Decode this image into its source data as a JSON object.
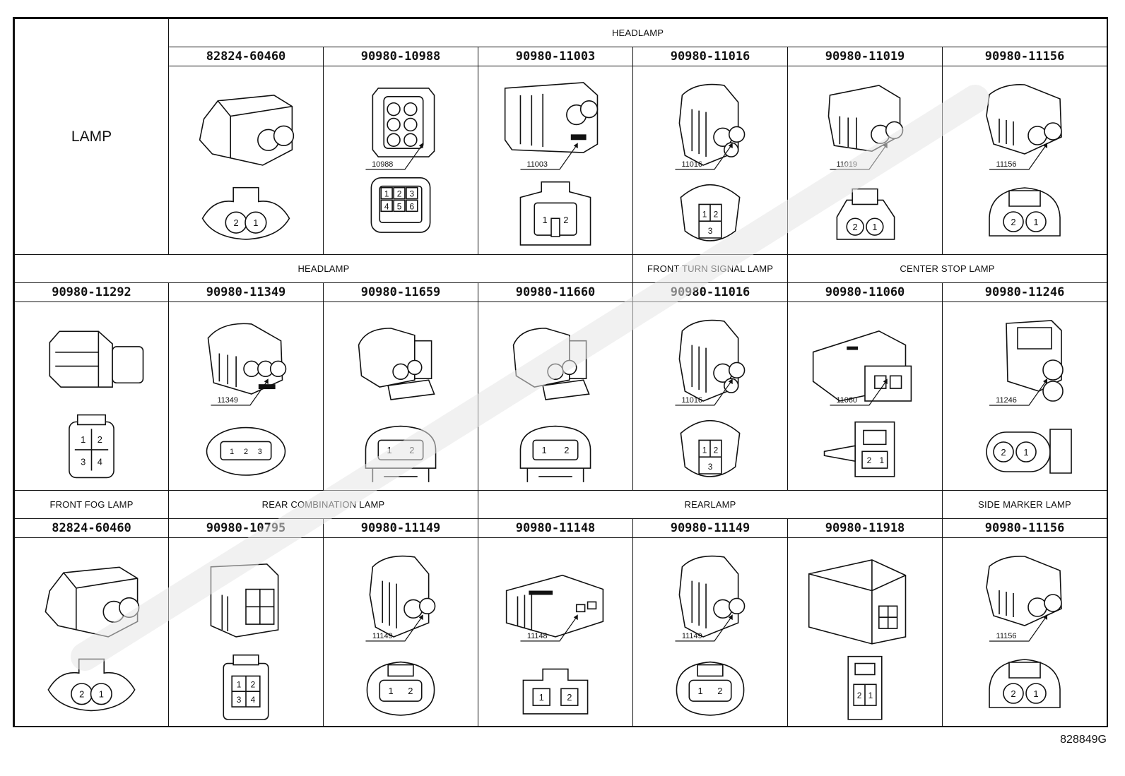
{
  "lamp_label": "LAMP",
  "row1": {
    "group": "HEADLAMP",
    "parts": [
      {
        "pn": "82824-60460",
        "callout": "",
        "pins": [
          "2",
          "1"
        ],
        "style": "round2"
      },
      {
        "pn": "90980-10988",
        "callout": "10988",
        "pins": [
          "1",
          "2",
          "3",
          "4",
          "5",
          "6"
        ],
        "style": "hex6"
      },
      {
        "pn": "90980-11003",
        "callout": "11003",
        "pins": [
          "1",
          "2"
        ],
        "style": "rect2"
      },
      {
        "pn": "90980-11016",
        "callout": "11016",
        "pins": [
          "1",
          "2",
          "3"
        ],
        "style": "tri3"
      },
      {
        "pn": "90980-11019",
        "callout": "11019",
        "pins": [
          "2",
          "1"
        ],
        "style": "round2b"
      },
      {
        "pn": "90980-11156",
        "callout": "11156",
        "pins": [
          "2",
          "1"
        ],
        "style": "oval2"
      }
    ]
  },
  "row2": {
    "groups": [
      "HEADLAMP",
      "FRONT TURN SIGNAL LAMP",
      "CENTER STOP LAMP"
    ],
    "parts": [
      {
        "pn": "90980-11292",
        "callout": "",
        "pins": [
          "1",
          "2",
          "3",
          "4"
        ],
        "style": "sq4"
      },
      {
        "pn": "90980-11349",
        "callout": "11349",
        "pins": [
          "1",
          "2",
          "3"
        ],
        "style": "line3"
      },
      {
        "pn": "90980-11659",
        "callout": "",
        "pins": [
          "1",
          "2"
        ],
        "style": "clip2"
      },
      {
        "pn": "90980-11660",
        "callout": "",
        "pins": [
          "1",
          "2"
        ],
        "style": "clip2"
      },
      {
        "pn": "90980-11016",
        "callout": "11016",
        "pins": [
          "1",
          "2",
          "3"
        ],
        "style": "tri3"
      },
      {
        "pn": "90980-11060",
        "callout": "11060",
        "pins": [
          "2",
          "1"
        ],
        "style": "tree2"
      },
      {
        "pn": "90980-11246",
        "callout": "11246",
        "pins": [
          "2",
          "1"
        ],
        "style": "flat2"
      }
    ]
  },
  "row3": {
    "groups": [
      "FRONT FOG LAMP",
      "REAR COMBINATION LAMP",
      "REARLAMP",
      "SIDE MARKER LAMP"
    ],
    "parts": [
      {
        "pn": "82824-60460",
        "callout": "",
        "pins": [
          "2",
          "1"
        ],
        "style": "round2"
      },
      {
        "pn": "90980-10795",
        "callout": "",
        "pins": [
          "1",
          "2",
          "3",
          "4"
        ],
        "style": "sq4t"
      },
      {
        "pn": "90980-11149",
        "callout": "11149",
        "pins": [
          "1",
          "2"
        ],
        "style": "dome2"
      },
      {
        "pn": "90980-11148",
        "callout": "11148",
        "pins": [
          "1",
          "2"
        ],
        "style": "wide2"
      },
      {
        "pn": "90980-11149",
        "callout": "11149",
        "pins": [
          "1",
          "2"
        ],
        "style": "dome2"
      },
      {
        "pn": "90980-11918",
        "callout": "",
        "pins": [
          "2",
          "1"
        ],
        "style": "tall2"
      },
      {
        "pn": "90980-11156",
        "callout": "11156",
        "pins": [
          "2",
          "1"
        ],
        "style": "oval2"
      }
    ]
  },
  "figure_code": "828849G"
}
